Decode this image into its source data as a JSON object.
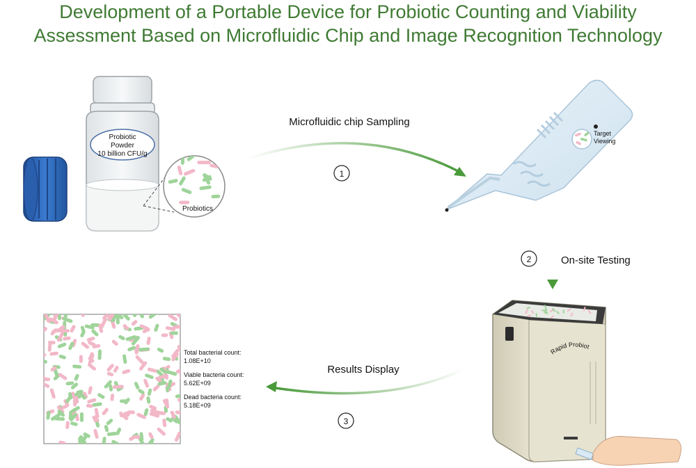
{
  "title": {
    "line1": "Development of a Portable Device for Probiotic Counting and Viability",
    "line2": "Assessment Based on Microfluidic Chip and Image Recognition Technology"
  },
  "bottle": {
    "label_line1": "Probiotic",
    "label_line2": "Powder",
    "label_line3": "10 billion CFU/g",
    "zoom_label": "Probiotics"
  },
  "chip": {
    "target_line1": "Target",
    "target_line2": "Viewing"
  },
  "steps": [
    {
      "number": "1",
      "label": "Microfluidic chip Sampling"
    },
    {
      "number": "2",
      "label": "On-site Testing"
    },
    {
      "number": "3",
      "label": "Results Display"
    }
  ],
  "results": {
    "total_label": "Total bacterial count:",
    "total_value": "1.08E+10",
    "viable_label": "Viable bacteria count:",
    "viable_value": "5.62E+09",
    "dead_label": "Dead bacteria count:",
    "dead_value": "5.18E+09"
  },
  "device": {
    "side_text": "Rapid Probiotic Device"
  },
  "colors": {
    "title": "#3f7a33",
    "arrow": "#4a9a3a",
    "viable": "#9fd49a",
    "dead": "#f2b8c8",
    "cap": "#2f68b4"
  }
}
